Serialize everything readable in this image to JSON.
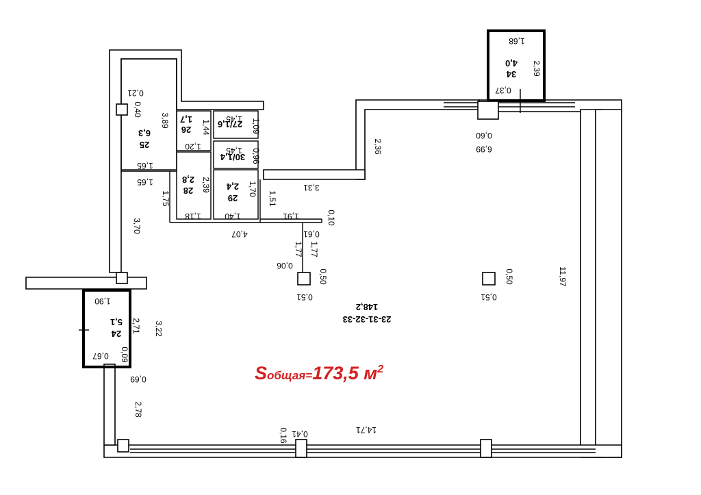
{
  "total_area": {
    "prefix": "S",
    "subscript": "общая=",
    "value": "173,5 м",
    "superscript": "2",
    "color": "#d42020"
  },
  "rooms": {
    "r34": {
      "number": "34",
      "area": "4,0"
    },
    "r25": {
      "number": "25",
      "area": "6,3"
    },
    "r26": {
      "number": "26",
      "area": "1,7"
    },
    "r27": {
      "number_area": "27/1,6"
    },
    "r30": {
      "number_area": "30/1,4"
    },
    "r28": {
      "number": "28",
      "area": "2,8"
    },
    "r29": {
      "number": "29",
      "area": "2,4"
    },
    "r24": {
      "number": "24",
      "area": "5,1"
    },
    "main": {
      "number": "23-31-32-33",
      "area": "148,2"
    }
  },
  "dimensions": {
    "d_1_68": "1,68",
    "d_2_39_top": "2,39",
    "d_0_37": "0,37",
    "d_0_60": "0,60",
    "d_6_99": "6,99",
    "d_2_36": "2,36",
    "d_3_31": "3,31",
    "d_0_21": "0,21",
    "d_0_40": "0,40",
    "d_3_89": "3,89",
    "d_1_65_a": "1,65",
    "d_1_65_b": "1,65",
    "d_1_75": "1,75",
    "d_3_70": "3,70",
    "d_1_44": "1,44",
    "d_1_20": "1,20",
    "d_1_45_a": "1,45",
    "d_1_09": "1,09",
    "d_1_45_b": "1,45",
    "d_0_96": "0,96",
    "d_2_39_mid": "2,39",
    "d_1_18": "1,18",
    "d_1_70": "1,70",
    "d_1_40": "1,40",
    "d_1_51": "1,51",
    "d_1_91": "1,91",
    "d_0_10": "0,10",
    "d_4_07": "4,07",
    "d_0_61": "0,61",
    "d_1_77_a": "1,77",
    "d_1_77_b": "1,77",
    "d_0_06": "0,06",
    "d_0_50_a": "0,50",
    "d_0_51_a": "0,51",
    "d_0_50_b": "0,50",
    "d_0_51_b": "0,51",
    "d_11_97": "11,97",
    "d_1_90": "1,90",
    "d_2_71": "2,71",
    "d_3_22": "3,22",
    "d_0_67": "0,67",
    "d_0_09": "0,09",
    "d_0_69": "0,69",
    "d_2_78": "2,78",
    "d_0_41": "0,41",
    "d_0_16": "0,16",
    "d_14_71": "14,71"
  }
}
